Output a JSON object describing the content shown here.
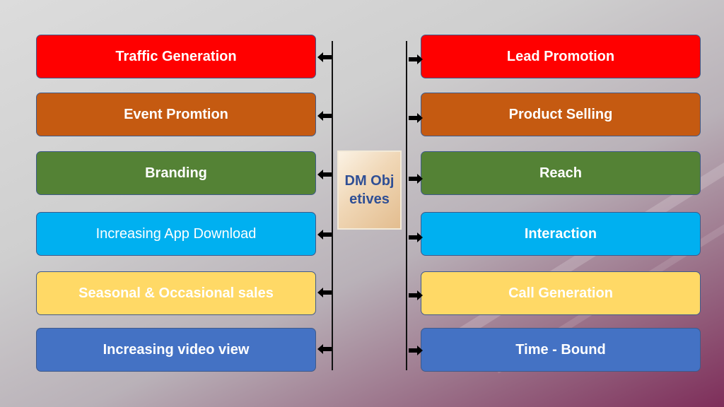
{
  "center": {
    "label": "DM Objetives",
    "bg": "#e8c9a0",
    "color": "#2f4f95"
  },
  "left_items": [
    {
      "label": "Traffic Generation",
      "color": "#ff0000"
    },
    {
      "label": "Event Promtion",
      "color": "#c55a11"
    },
    {
      "label": "Branding",
      "color": "#548235"
    },
    {
      "label": "Increasing App Download",
      "color": "#00b0f0"
    },
    {
      "label": "Seasonal & Occasional sales",
      "color": "#ffd966"
    },
    {
      "label": "Increasing video view",
      "color": "#4472c4"
    }
  ],
  "right_items": [
    {
      "label": "Lead Promotion",
      "color": "#ff0000"
    },
    {
      "label": "Product Selling",
      "color": "#c55a11"
    },
    {
      "label": "Reach",
      "color": "#548235"
    },
    {
      "label": "Interaction",
      "color": "#00b0f0"
    },
    {
      "label": "Call Generation",
      "color": "#ffd966"
    },
    {
      "label": "Time - Bound",
      "color": "#4472c4"
    }
  ]
}
